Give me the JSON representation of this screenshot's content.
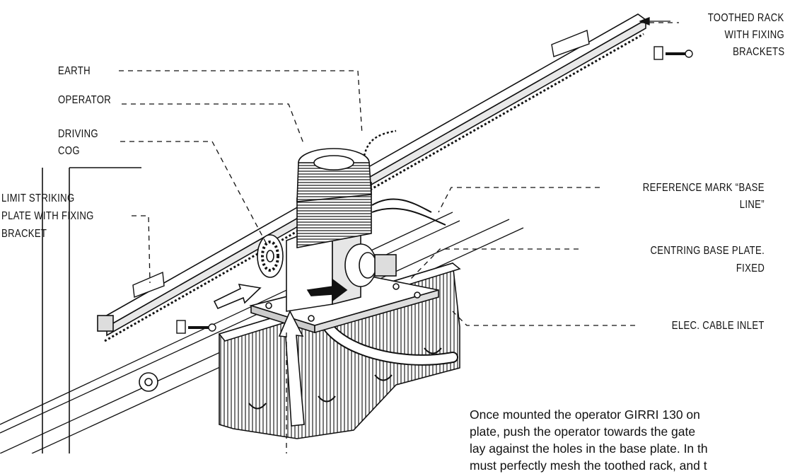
{
  "labels": {
    "earth": "EARTH",
    "operator": "OPERATOR",
    "driving_cog": [
      "DRIVING",
      "COG"
    ],
    "limit_plate": [
      "LIMIT STRIKING",
      "PLATE WITH FIXING",
      "BRACKET"
    ],
    "toothed_rack": [
      "TOOTHED RACK",
      "WITH FIXING",
      "BRACKETS"
    ],
    "reference_mark": [
      "REFERENCE MARK “BASE",
      "LINE”"
    ],
    "centring_plate": [
      "CENTRING BASE PLATE.",
      "FIXED"
    ],
    "cable_inlet": "ELEC. CABLE INLET"
  },
  "note_lines": [
    "Once mounted the operator GIRRI 130 on",
    "plate, push the operator towards the gate",
    "lay against the holes in the base plate. In th",
    "must perfectly mesh the toothed rack, and t"
  ],
  "icons": [
    "toothed-rack-icon",
    "operator-motor-icon",
    "driving-cog-icon",
    "base-plate-icon",
    "concrete-foundation-icon",
    "gate-post-icon",
    "cable-conduit-icon",
    "fixing-bolt-icon",
    "direction-arrow-icon"
  ]
}
